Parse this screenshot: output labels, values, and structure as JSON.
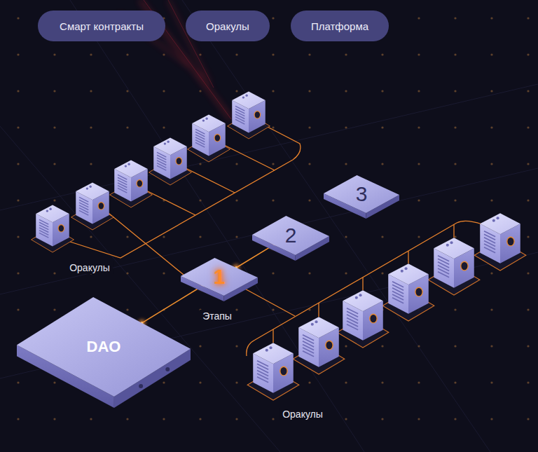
{
  "diagram": {
    "nodes": [
      {
        "text": [
          "Смарт контракты"
        ]
      },
      {
        "text": [
          "Оракулы"
        ]
      },
      {
        "text": [
          "Платформа"
        ]
      },
      {
        "text": [
          "3"
        ]
      },
      {
        "text": [
          "2"
        ]
      },
      {
        "text": [
          "1"
        ]
      },
      {
        "text": [
          "DAO"
        ]
      }
    ],
    "edges": [
      {
        "from": 6,
        "to": 5,
        "arrow": "none"
      },
      {
        "from": 5,
        "to": 4,
        "arrow": "none"
      }
    ],
    "labels": [
      "Оракулы",
      "Этапы",
      "Оракулы"
    ]
  }
}
